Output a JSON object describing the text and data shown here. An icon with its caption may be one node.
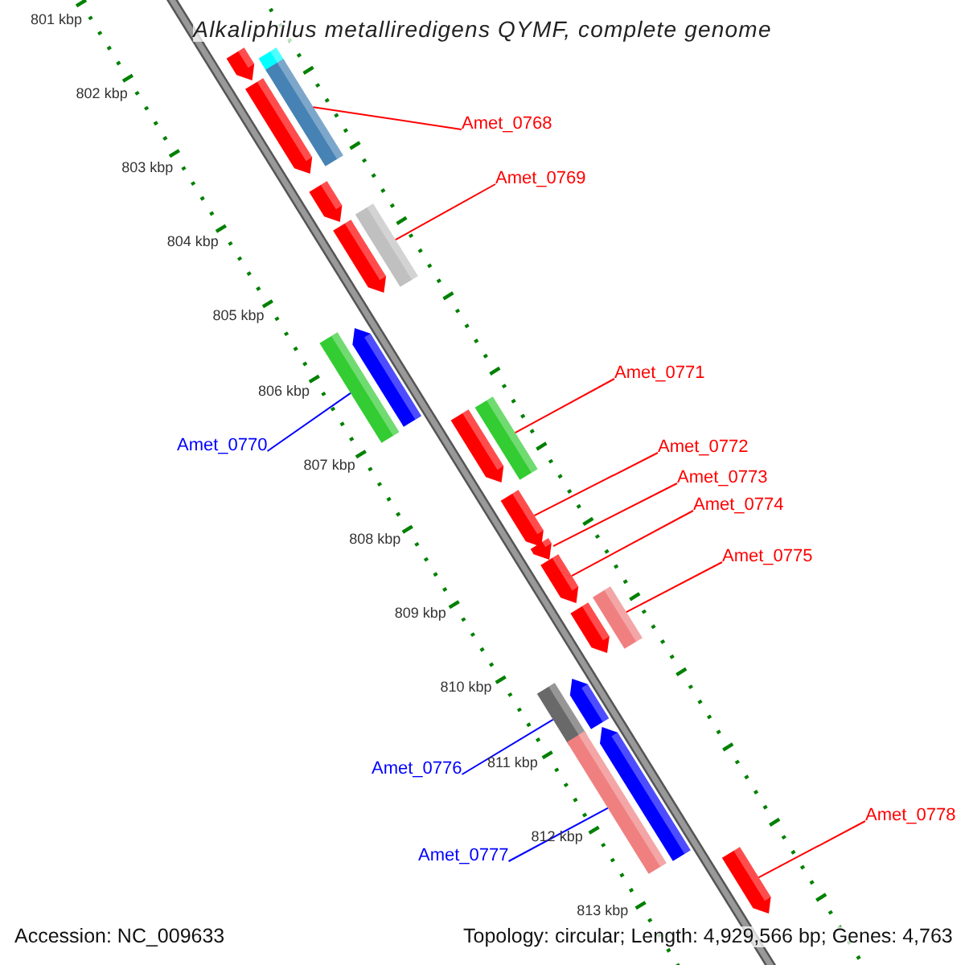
{
  "diagram": {
    "title": "Alkaliphilus metalliredigens QYMF, complete genome",
    "nodes": [
      {
        "text": [],
        "shape": "bar"
      },
      {
        "text": [],
        "shape": "bar"
      },
      {
        "text": [],
        "shape": "bar"
      },
      {
        "text": [],
        "shape": "bar"
      },
      {
        "text": [
          "Amet_0768"
        ]
      },
      {
        "text": [
          "Amet_0769"
        ]
      },
      {
        "text": [],
        "shape": "bar"
      },
      {
        "text": [],
        "shape": "bar"
      },
      {
        "text": [],
        "shape": "bar"
      },
      {
        "text": [],
        "shape": "bar"
      },
      {
        "text": [],
        "shape": "bar"
      },
      {
        "text": [
          "Amet_0771"
        ]
      },
      {
        "text": [],
        "shape": "bar"
      },
      {
        "text": [],
        "shape": "bar"
      },
      {
        "text": [
          "Amet_0770"
        ]
      },
      {
        "text": [
          "Amet_0772"
        ]
      },
      {
        "text": [
          "Amet_0773"
        ]
      },
      {
        "text": [],
        "shape": "bar"
      },
      {
        "text": [
          "Amet_0774"
        ]
      },
      {
        "text": [],
        "shape": "bar"
      },
      {
        "text": [
          "Amet_0775"
        ]
      },
      {
        "text": [],
        "shape": "bar"
      },
      {
        "text": [],
        "shape": "bar"
      },
      {
        "text": [],
        "shape": "bar"
      },
      {
        "text": [],
        "shape": "bar"
      },
      {
        "text": [],
        "shape": "bar"
      },
      {
        "text": [],
        "shape": "bar"
      },
      {
        "text": [],
        "shape": "bar"
      },
      {
        "text": [
          "Amet_0776"
        ]
      },
      {
        "text": [
          "Amet_0778"
        ]
      },
      {
        "text": [],
        "shape": "bar"
      },
      {
        "text": [
          "Amet_0777"
        ]
      }
    ],
    "edges": [
      {
        "from": 4,
        "to": 2,
        "arrow": "none"
      },
      {
        "from": 5,
        "to": 7,
        "arrow": "none"
      },
      {
        "from": 11,
        "to": 12,
        "arrow": "none"
      },
      {
        "from": 14,
        "to": 10,
        "arrow": "none",
        "color": "#0000ff"
      },
      {
        "from": 15,
        "to": 17,
        "arrow": "none"
      },
      {
        "from": 16,
        "to": 19,
        "arrow": "none"
      },
      {
        "from": 18,
        "to": 21,
        "arrow": "none"
      },
      {
        "from": 20,
        "to": 22,
        "arrow": "none"
      },
      {
        "from": 28,
        "to": 25,
        "arrow": "none",
        "color": "#0000ff"
      },
      {
        "from": 29,
        "to": 30,
        "arrow": "none"
      },
      {
        "from": 31,
        "to": 27,
        "arrow": "none",
        "color": "#0000ff"
      }
    ],
    "labels": [
      "801 kbp",
      "802 kbp",
      "803 kbp",
      "804 kbp",
      "805 kbp",
      "806 kbp",
      "807 kbp",
      "808 kbp",
      "809 kbp",
      "810 kbp",
      "811 kbp",
      "812 kbp",
      "813 kbp",
      "Accession: NC_009633",
      "Topology: circular; Length: 4,929,566 bp; Genes: 4,763"
    ]
  }
}
